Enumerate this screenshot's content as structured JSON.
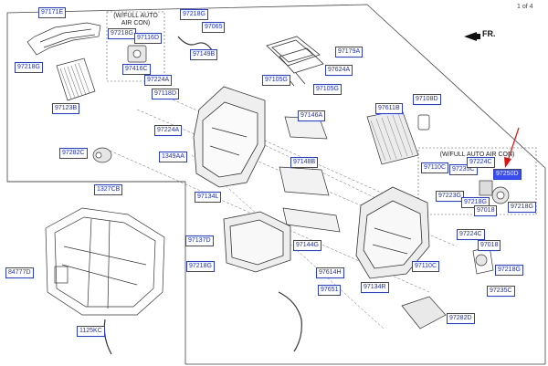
{
  "page_indicator": "1 of 4",
  "direction_label": "FR.",
  "notes": {
    "left": [
      "(W/FULL AUTO",
      "AIR CON)"
    ],
    "right": "(W/FULL AUTO AIR CON)"
  },
  "highlighted_part": "97250D",
  "callouts": [
    {
      "id": "97171E",
      "label": "97171E"
    },
    {
      "id": "97218G-a",
      "label": "97218G"
    },
    {
      "id": "97123B",
      "label": "97123B"
    },
    {
      "id": "97218G-b",
      "label": "97218G"
    },
    {
      "id": "97116D",
      "label": "97116D"
    },
    {
      "id": "97416C",
      "label": "97416C"
    },
    {
      "id": "97224A-a",
      "label": "97224A"
    },
    {
      "id": "97218G-c",
      "label": "97218G"
    },
    {
      "id": "97065",
      "label": "97065"
    },
    {
      "id": "97149B",
      "label": "97149B"
    },
    {
      "id": "97179A",
      "label": "97179A"
    },
    {
      "id": "97624A",
      "label": "97624A"
    },
    {
      "id": "97105G-a",
      "label": "97105G"
    },
    {
      "id": "97105G-b",
      "label": "97105G"
    },
    {
      "id": "97118D",
      "label": "97118D"
    },
    {
      "id": "97224A-b",
      "label": "97224A"
    },
    {
      "id": "97146A",
      "label": "97146A"
    },
    {
      "id": "97611B",
      "label": "97611B"
    },
    {
      "id": "97108D",
      "label": "97108D"
    },
    {
      "id": "97282C",
      "label": "97282C"
    },
    {
      "id": "1349AA",
      "label": "1349AA"
    },
    {
      "id": "97148B",
      "label": "97148B"
    },
    {
      "id": "97134L",
      "label": "97134L"
    },
    {
      "id": "1327CB",
      "label": "1327CB"
    },
    {
      "id": "97110C-a",
      "label": "97110C"
    },
    {
      "id": "97235C-a",
      "label": "97235C"
    },
    {
      "id": "97224C-a",
      "label": "97224C"
    },
    {
      "id": "97250D",
      "label": "97250D"
    },
    {
      "id": "97223G",
      "label": "97223G"
    },
    {
      "id": "97218G-d",
      "label": "97218G"
    },
    {
      "id": "97018-a",
      "label": "97018"
    },
    {
      "id": "97218G-e",
      "label": "97218G"
    },
    {
      "id": "97137D",
      "label": "97137D"
    },
    {
      "id": "97144G",
      "label": "97144G"
    },
    {
      "id": "97224C-b",
      "label": "97224C"
    },
    {
      "id": "97018-b",
      "label": "97018"
    },
    {
      "id": "97218G-f",
      "label": "97218G"
    },
    {
      "id": "97110C-b",
      "label": "97110C"
    },
    {
      "id": "97614H",
      "label": "97614H"
    },
    {
      "id": "84777D",
      "label": "84777D"
    },
    {
      "id": "97218G-g",
      "label": "97218G"
    },
    {
      "id": "97235C-b",
      "label": "97235C"
    },
    {
      "id": "97651",
      "label": "97651"
    },
    {
      "id": "97134R",
      "label": "97134R"
    },
    {
      "id": "97282D",
      "label": "97282D"
    },
    {
      "id": "1125KC",
      "label": "1125KC"
    }
  ]
}
